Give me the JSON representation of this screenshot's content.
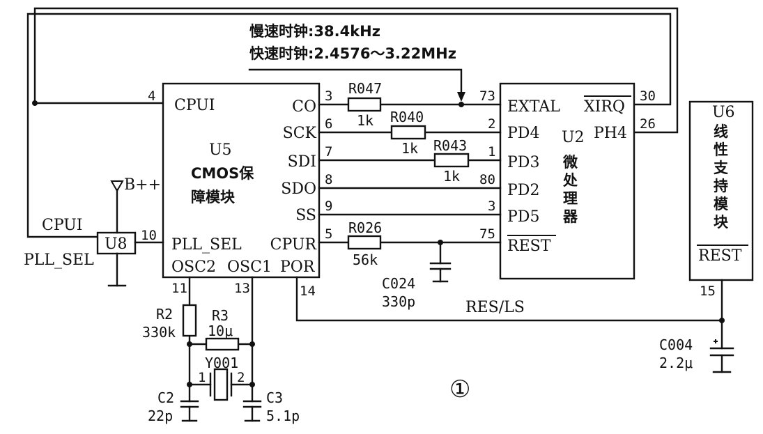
{
  "notes": {
    "slow_clock": "慢速时钟:38.4kHz",
    "fast_clock": "快速时钟:2.4576～3.22MHz"
  },
  "u5": {
    "ref": "U5",
    "name_line1": "CMOS保",
    "name_line2": "障模块",
    "pin_cpui": "CPUI",
    "pin_co": "CO",
    "pin_sck": "SCK",
    "pin_sdi": "SDI",
    "pin_sdo": "SDO",
    "pin_ss": "SS",
    "pin_pll_sel": "PLL_SEL",
    "pin_cpur": "CPUR",
    "pin_osc2": "OSC2",
    "pin_osc1": "OSC1",
    "pin_por": "POR"
  },
  "u2": {
    "ref": "U2",
    "name_chars": [
      "微",
      "处",
      "理",
      "器"
    ],
    "pin_extal": "EXTAL",
    "pin_xirq": "XIRQ",
    "pin_pd4": "PD4",
    "pin_ph4": "PH4",
    "pin_pd3": "PD3",
    "pin_pd2": "PD2",
    "pin_pd5": "PD5",
    "pin_rest": "REST"
  },
  "u6": {
    "ref": "U6",
    "name_chars": [
      "线",
      "性",
      "支",
      "持",
      "模",
      "块"
    ],
    "pin_rest": "REST"
  },
  "u8": {
    "ref": "U8",
    "left_label_top": "CPUI",
    "left_label_bottom": "PLL_SEL"
  },
  "supply": "B++",
  "pin_numbers": {
    "p4": "4",
    "p3a": "3",
    "p6": "6",
    "p7": "7",
    "p8": "8",
    "p9": "9",
    "p5": "5",
    "p10": "10",
    "p11": "11",
    "p13": "13",
    "p14": "14",
    "p73": "73",
    "p2": "2",
    "p1": "1",
    "p80": "80",
    "p3b": "3",
    "p75": "75",
    "p30": "30",
    "p26": "26",
    "p15": "15",
    "y1": "1",
    "y2": "2"
  },
  "components": {
    "r047": {
      "ref": "R047",
      "value": "1k"
    },
    "r040": {
      "ref": "R040",
      "value": "1k"
    },
    "r043": {
      "ref": "R043",
      "value": "1k"
    },
    "r026": {
      "ref": "R026",
      "value": "56k"
    },
    "c024": {
      "ref": "C024",
      "value": "330p"
    },
    "r2": {
      "ref": "R2",
      "value": "330k"
    },
    "r3": {
      "ref": "R3",
      "value": "10μ"
    },
    "y001": {
      "ref": "Y001"
    },
    "c2": {
      "ref": "C2",
      "value": "22p"
    },
    "c3": {
      "ref": "C3",
      "value": "5.1p"
    },
    "c004": {
      "ref": "C004",
      "value": "2.2μ"
    }
  },
  "net_res_ls": "RES/LS",
  "figure_number": "①"
}
